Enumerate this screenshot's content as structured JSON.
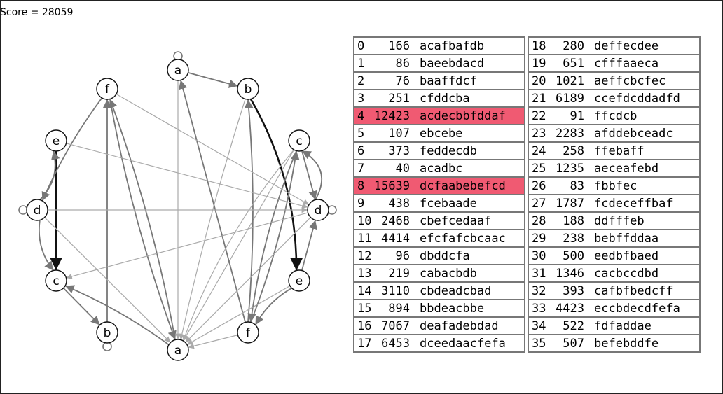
{
  "score_label": "Score = 28059",
  "colors": {
    "highlight": "#f05a72",
    "border": "#777777",
    "edge_dark": "#111111",
    "edge_mid": "#777777",
    "edge_light": "#aaaaaa"
  },
  "nodes": [
    {
      "id": "a_top",
      "label": "a"
    },
    {
      "id": "b_tr",
      "label": "b"
    },
    {
      "id": "c_r",
      "label": "c"
    },
    {
      "id": "d_r",
      "label": "d"
    },
    {
      "id": "e_r",
      "label": "e"
    },
    {
      "id": "f_br",
      "label": "f"
    },
    {
      "id": "a_bot",
      "label": "a"
    },
    {
      "id": "b_bl",
      "label": "b"
    },
    {
      "id": "c_l",
      "label": "c"
    },
    {
      "id": "d_l",
      "label": "d"
    },
    {
      "id": "e_l",
      "label": "e"
    },
    {
      "id": "f_tl",
      "label": "f"
    }
  ],
  "table_left": [
    {
      "idx": "0",
      "count": "166",
      "str": "acafbafdb",
      "hl": false
    },
    {
      "idx": "1",
      "count": "86",
      "str": "baeebdacd",
      "hl": false
    },
    {
      "idx": "2",
      "count": "76",
      "str": "baaffdcf",
      "hl": false
    },
    {
      "idx": "3",
      "count": "251",
      "str": "cfddcba",
      "hl": false
    },
    {
      "idx": "4",
      "count": "12423",
      "str": "acdecbbfddaf",
      "hl": true
    },
    {
      "idx": "5",
      "count": "107",
      "str": "ebcebe",
      "hl": false
    },
    {
      "idx": "6",
      "count": "373",
      "str": "feddecdb",
      "hl": false
    },
    {
      "idx": "7",
      "count": "40",
      "str": "acadbc",
      "hl": false
    },
    {
      "idx": "8",
      "count": "15639",
      "str": "dcfaabebefcd",
      "hl": true
    },
    {
      "idx": "9",
      "count": "438",
      "str": "fcebaade",
      "hl": false
    },
    {
      "idx": "10",
      "count": "2468",
      "str": "cbefcedaaf",
      "hl": false
    },
    {
      "idx": "11",
      "count": "4414",
      "str": "efcfafcbcaac",
      "hl": false
    },
    {
      "idx": "12",
      "count": "96",
      "str": "dbddcfa",
      "hl": false
    },
    {
      "idx": "13",
      "count": "219",
      "str": "cabacbdb",
      "hl": false
    },
    {
      "idx": "14",
      "count": "3110",
      "str": "cbdeadcbad",
      "hl": false
    },
    {
      "idx": "15",
      "count": "894",
      "str": "bbdeacbbe",
      "hl": false
    },
    {
      "idx": "16",
      "count": "7067",
      "str": "deafadebdad",
      "hl": false
    },
    {
      "idx": "17",
      "count": "6453",
      "str": "dceedaacfefa",
      "hl": false
    }
  ],
  "table_right": [
    {
      "idx": "18",
      "count": "280",
      "str": "deffecdee",
      "hl": false
    },
    {
      "idx": "19",
      "count": "651",
      "str": "cfffaaeca",
      "hl": false
    },
    {
      "idx": "20",
      "count": "1021",
      "str": "aeffcbcfec",
      "hl": false
    },
    {
      "idx": "21",
      "count": "6189",
      "str": "ccefdcddadfd",
      "hl": false
    },
    {
      "idx": "22",
      "count": "91",
      "str": "ffcdcb",
      "hl": false
    },
    {
      "idx": "23",
      "count": "2283",
      "str": "afddebceadc",
      "hl": false
    },
    {
      "idx": "24",
      "count": "258",
      "str": "ffebaff",
      "hl": false
    },
    {
      "idx": "25",
      "count": "1235",
      "str": "aeceafebd",
      "hl": false
    },
    {
      "idx": "26",
      "count": "83",
      "str": "fbbfec",
      "hl": false
    },
    {
      "idx": "27",
      "count": "1787",
      "str": "fcdeceffbaf",
      "hl": false
    },
    {
      "idx": "28",
      "count": "188",
      "str": "ddfffeb",
      "hl": false
    },
    {
      "idx": "29",
      "count": "238",
      "str": "bebffddaa",
      "hl": false
    },
    {
      "idx": "30",
      "count": "500",
      "str": "eedbfbaed",
      "hl": false
    },
    {
      "idx": "31",
      "count": "1346",
      "str": "cacbccdbd",
      "hl": false
    },
    {
      "idx": "32",
      "count": "393",
      "str": "cafbfbedcff",
      "hl": false
    },
    {
      "idx": "33",
      "count": "4423",
      "str": "eccbdecdfefa",
      "hl": false
    },
    {
      "idx": "34",
      "count": "522",
      "str": "fdfaddae",
      "hl": false
    },
    {
      "idx": "35",
      "count": "507",
      "str": "befebddfe",
      "hl": false
    }
  ]
}
